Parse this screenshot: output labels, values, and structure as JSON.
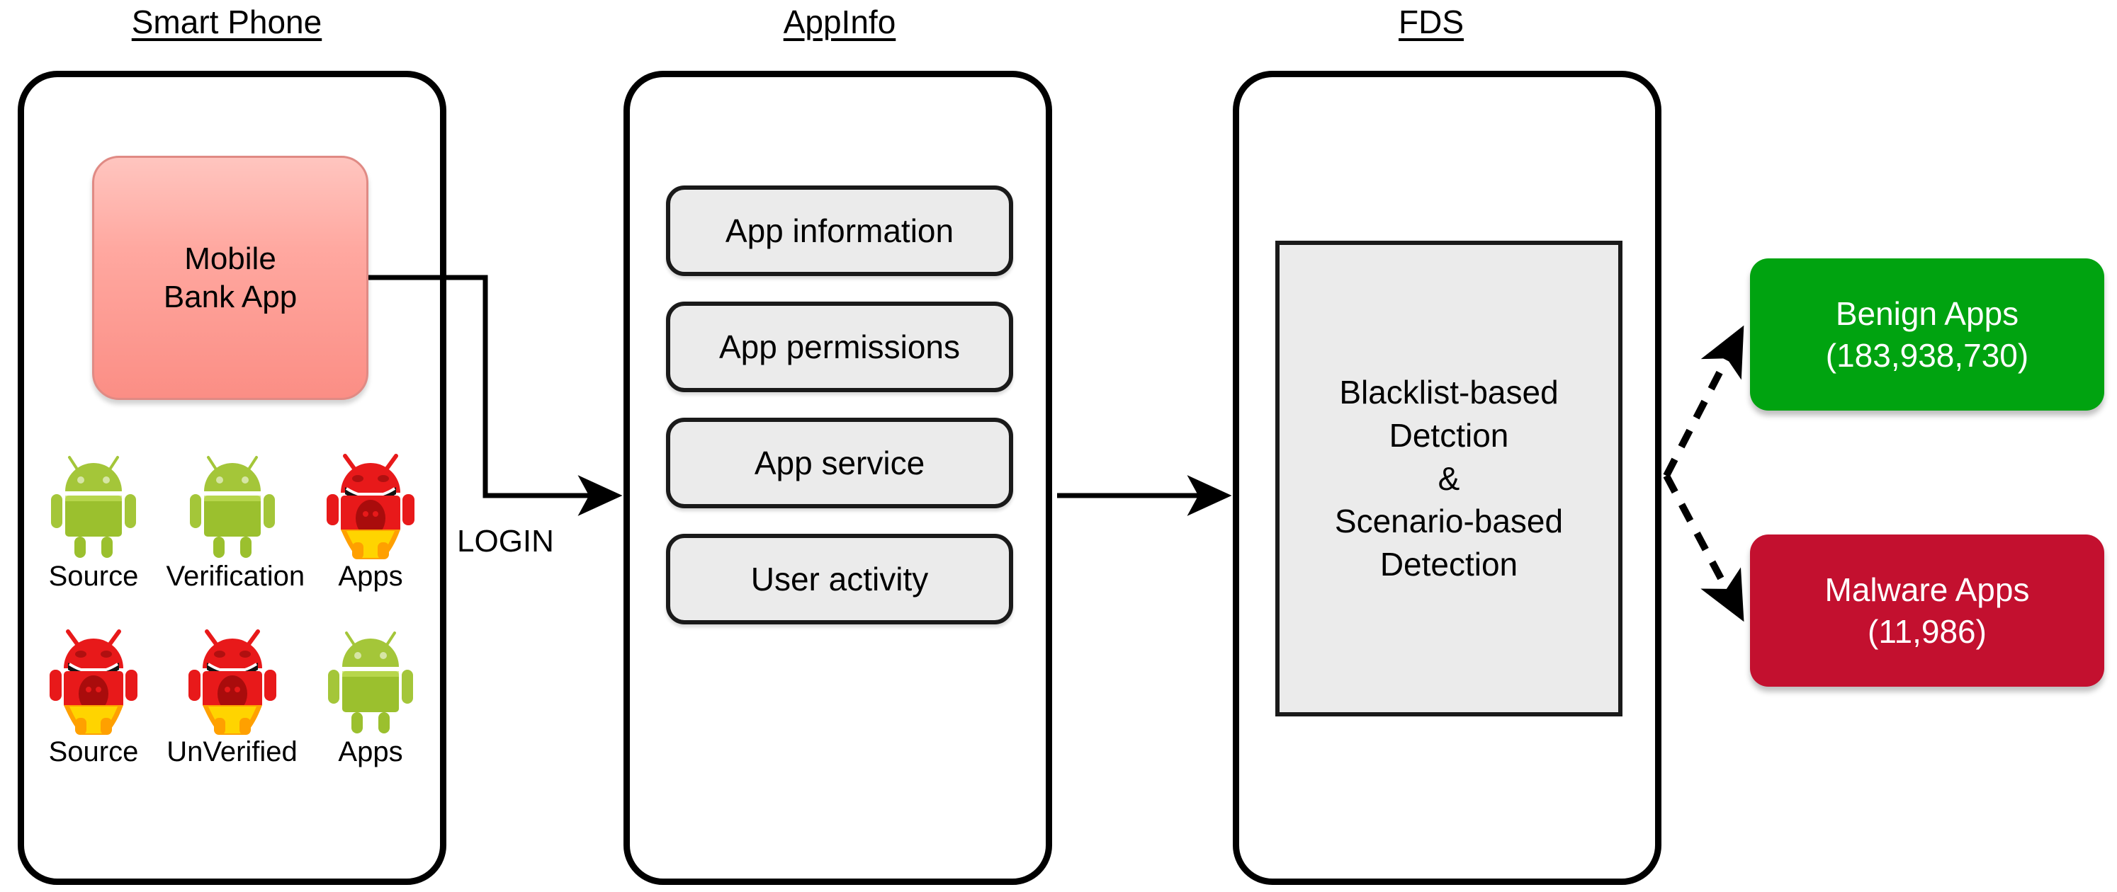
{
  "columns": {
    "smartphone": {
      "title": "Smart Phone"
    },
    "appinfo": {
      "title": "AppInfo"
    },
    "fds": {
      "title": "FDS"
    }
  },
  "smartphone": {
    "bank_app": {
      "line1": "Mobile",
      "line2": "Bank App"
    },
    "robots": [
      [
        {
          "icon": "android-robot-green-icon",
          "kind": "benign"
        },
        {
          "icon": "android-robot-green-icon",
          "kind": "benign"
        },
        {
          "icon": "android-robot-red-malware-icon",
          "kind": "malware"
        }
      ],
      [
        {
          "icon": "android-robot-red-malware-icon",
          "kind": "malware"
        },
        {
          "icon": "android-robot-red-malware-icon",
          "kind": "malware"
        },
        {
          "icon": "android-robot-green-icon",
          "kind": "benign"
        }
      ]
    ],
    "row1_labels": [
      "Source",
      "Verification",
      "Apps"
    ],
    "row2_labels": [
      "Source",
      "UnVerified",
      "Apps"
    ]
  },
  "appinfo": {
    "features": [
      {
        "label": "App information"
      },
      {
        "label": "App permissions"
      },
      {
        "label": "App service"
      },
      {
        "label": "User activity"
      }
    ]
  },
  "fds": {
    "detection": {
      "line1": "Blacklist-based",
      "line2": "Detction",
      "line3": "&",
      "line4": "Scenario-based",
      "line5": "Detection"
    }
  },
  "results": [
    {
      "name": "benign",
      "line1": "Benign Apps",
      "line2": "(183,938,730)",
      "color": "#00A310"
    },
    {
      "name": "malware",
      "line1": "Malware Apps",
      "line2": "(11,986)",
      "color": "#C3102F"
    }
  ],
  "edges": {
    "login_label": "LOGIN"
  },
  "colors": {
    "stroke": "#000000",
    "feature_fill": "#EBEBEB",
    "bank_app_fill": "#FFA8A0",
    "benign": "#00A310",
    "malware": "#C3102F",
    "robot_green": "#A4C639",
    "robot_red": "#E8191A"
  }
}
